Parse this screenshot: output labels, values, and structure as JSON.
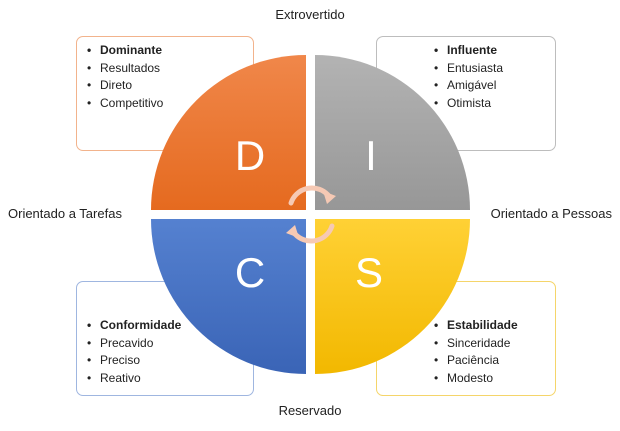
{
  "labels": {
    "top": "Extrovertido",
    "bottom": "Reservado",
    "left": "Orientado a Tarefas",
    "right": "Orientado a Pessoas"
  },
  "quadrants": [
    {
      "letter": "D",
      "color": "#ea6c26",
      "title": "Dominante",
      "items": [
        "Resultados",
        "Direto",
        "Competitivo"
      ]
    },
    {
      "letter": "I",
      "color": "#a5a5a5",
      "title": "Influente",
      "items": [
        "Entusiasta",
        "Amigável",
        "Otimista"
      ]
    },
    {
      "letter": "C",
      "color": "#4472c4",
      "title": "Conformidade",
      "items": [
        "Precavido",
        "Preciso",
        "Reativo"
      ]
    },
    {
      "letter": "S",
      "color": "#ffc000",
      "title": "Estabilidade",
      "items": [
        "Sinceridade",
        "Paciência",
        "Modesto"
      ]
    }
  ],
  "center_icon": "cycle-arrows-icon"
}
